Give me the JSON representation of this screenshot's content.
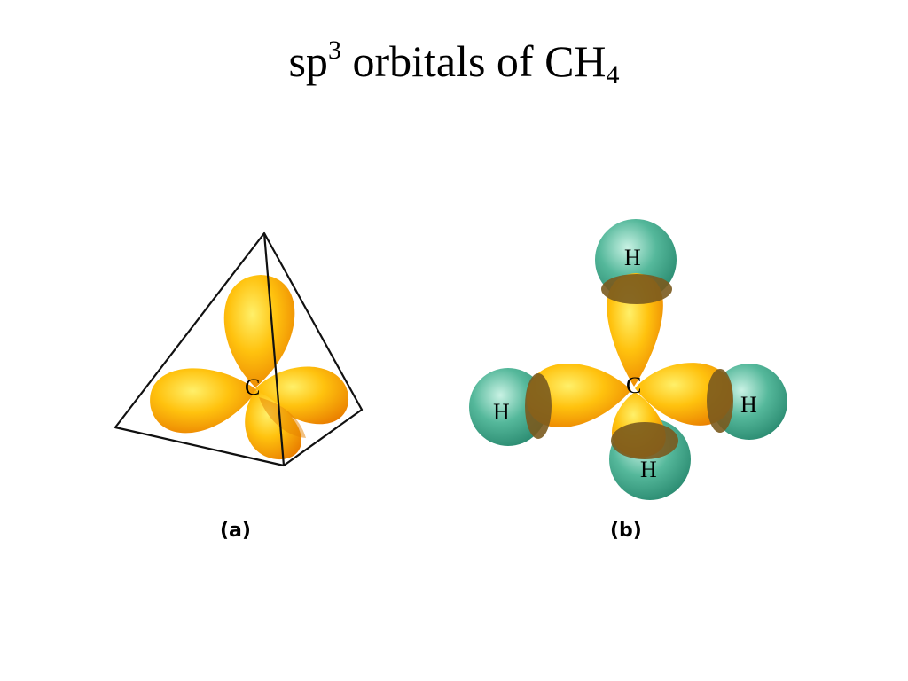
{
  "title": {
    "base": "sp",
    "sup": "3",
    "mid": " orbitals of CH",
    "sub": "4"
  },
  "panel_a": {
    "center_label": "C",
    "caption": "(a)"
  },
  "panel_b": {
    "center_label": "C",
    "h_top": "H",
    "h_left": "H",
    "h_right": "H",
    "h_bottom": "H",
    "caption": "(b)"
  },
  "colors": {
    "lobe_light": "#ffd21a",
    "lobe_dark": "#f08a00",
    "hydrogen": "#3fa88c",
    "overlap": "#7a5a1e"
  }
}
